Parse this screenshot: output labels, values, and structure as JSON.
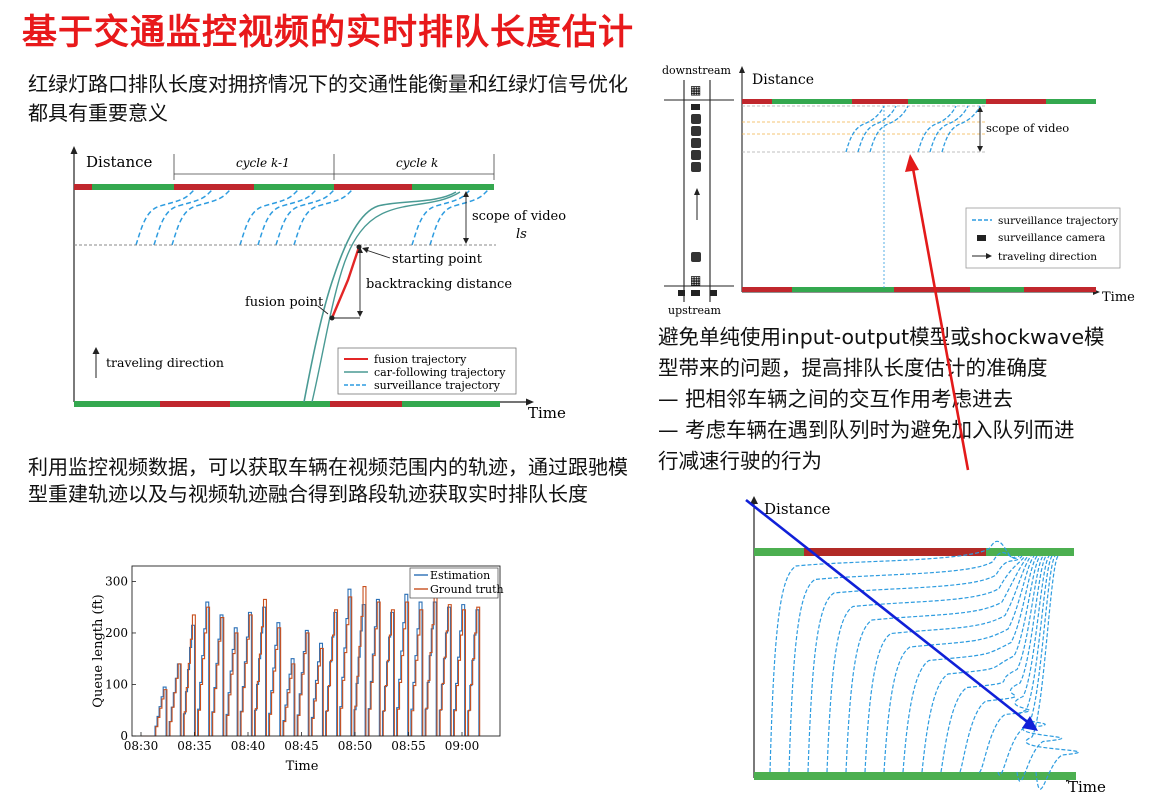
{
  "slide": {
    "title": "基于交通监控视频的实时排队长度估计",
    "intro_text": "红绿灯路口排队长度对拥挤情况下的交通性能衡量和红绿灯信号优化都具有重要意义",
    "method_text": "利用监控视频数据，可以获取车辆在视频范围内的轨迹，通过跟驰模型重建轨迹以及与视频轨迹融合得到路段轨迹获取实时排队长度",
    "improvement_lines": [
      "避免单纯使用input-output模型或shockwave模",
      "型带来的问题，提高排队长度估计的准确度",
      "—  把相邻车辆之间的交互作用考虑进去",
      "—  考虑车辆在遇到队列时为避免加入队列而进",
      "行减速行驶的行为"
    ]
  },
  "fig1": {
    "y_label": "Distance",
    "x_label": "Time",
    "cycle_prev": "cycle k-1",
    "cycle_cur": "cycle k",
    "scope_label": "scope of video",
    "scope_symbol": "ls",
    "starting_point": "starting point",
    "backtracking": "backtracking distance",
    "fusion_point": "fusion point",
    "travel_dir": "traveling direction",
    "legend": [
      "fusion trajectory",
      "car-following trajectory",
      "surveillance trajectory"
    ],
    "colors": {
      "red_signal": "#c0272d",
      "green_signal": "#34a84f",
      "fusion": "#e32626",
      "car_following": "#4a9a94",
      "surveillance": "#2d9ce0"
    }
  },
  "fig2": {
    "downstream": "downstream",
    "upstream": "upstream",
    "y_label": "Distance",
    "x_label": "Time",
    "scope_label": "scope of video",
    "legend": [
      "surveillance trajectory",
      "surveillance camera",
      "traveling direction"
    ]
  },
  "fig3": {
    "y_label": "Distance",
    "x_label": "Time"
  },
  "chart_data": {
    "type": "line",
    "xlabel": "Time",
    "ylabel": "Queue length (ft)",
    "ylim": [
      0,
      330
    ],
    "x_ticks": [
      "08:30",
      "08:35",
      "08:40",
      "08:45",
      "08:50",
      "08:55",
      "09:00"
    ],
    "y_ticks": [
      0,
      100,
      200,
      300
    ],
    "legend_position": "top-right",
    "series": [
      {
        "name": "Estimation",
        "color": "#2a6fb5",
        "cycle_peaks": [
          95,
          140,
          215,
          260,
          235,
          210,
          240,
          250,
          220,
          150,
          205,
          180,
          240,
          285,
          255,
          265,
          240,
          275,
          260,
          260,
          250,
          255,
          245
        ]
      },
      {
        "name": "Ground truth",
        "color": "#c8501e",
        "cycle_peaks": [
          90,
          140,
          235,
          250,
          230,
          200,
          235,
          265,
          210,
          140,
          200,
          170,
          245,
          270,
          290,
          260,
          245,
          260,
          245,
          270,
          255,
          245,
          250
        ]
      }
    ]
  }
}
